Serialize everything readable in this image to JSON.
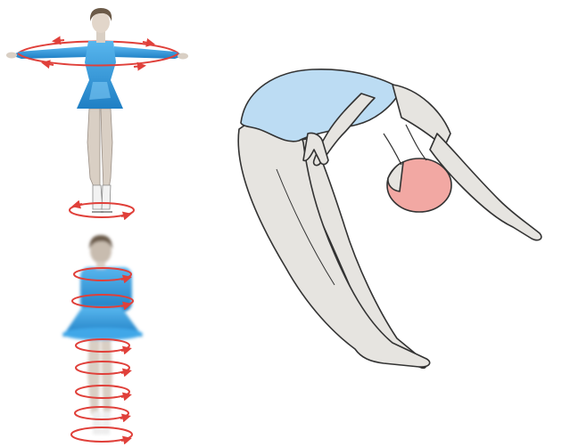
{
  "colors": {
    "background": "#ffffff",
    "rotation_arrows": "#e0403a",
    "skater_dress": "#3fa7e8",
    "skater_dress_dark": "#1f7fc4",
    "skin": "#d9cfc4",
    "hair": "#6b5a48",
    "diver_suit": "#bcdcf3",
    "diver_cap": "#f2a8a3",
    "diver_skin": "#e6e4e0",
    "outline": "#333333"
  },
  "figures": {
    "skater_top": {
      "pose": "arms-extended",
      "motion": "slow-spin",
      "icon": "rotation-arrows"
    },
    "skater_bottom": {
      "pose": "arms-tucked",
      "motion": "fast-spin-blurred",
      "icon": "rotation-arrows"
    },
    "diver": {
      "pose": "pike-position",
      "icon": "none"
    }
  }
}
